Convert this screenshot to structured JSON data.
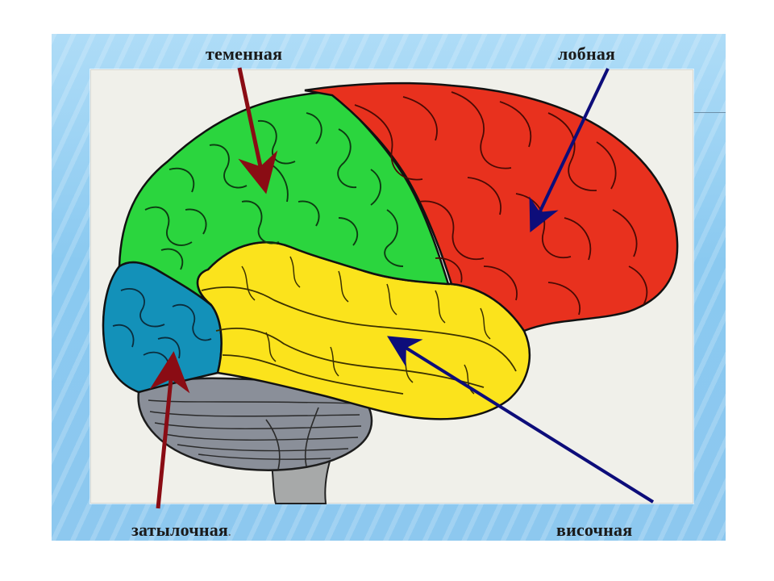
{
  "labels": {
    "parietal": "теменная",
    "frontal": "лобная",
    "occipital": "затылочная",
    "occipital_dot": ".",
    "temporal": "височная"
  },
  "colors": {
    "frontal": "#e8311e",
    "parietal": "#2bd53e",
    "temporal": "#fbe31c",
    "occipital": "#1391b9",
    "cerebellum": "#8a8f99",
    "brainstem": "#a7a9a9",
    "arrow_red": "#8a0c14",
    "arrow_blue": "#0d0d7a"
  }
}
